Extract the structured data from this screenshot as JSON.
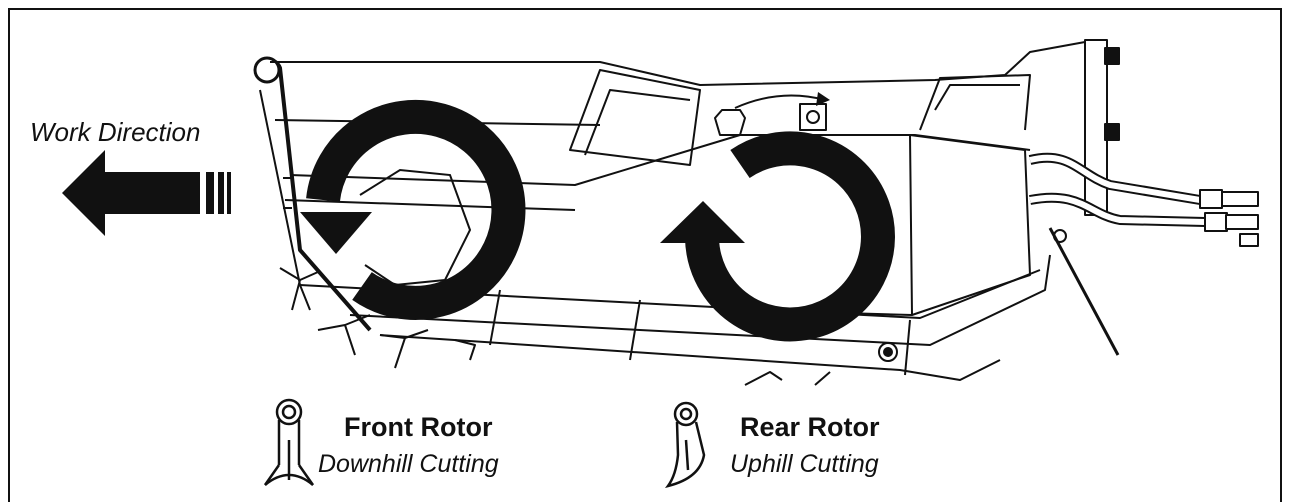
{
  "labels": {
    "work_direction": "Work Direction",
    "front_rotor_title": "Front Rotor",
    "front_rotor_sub": "Downhill Cutting",
    "rear_rotor_title": "Rear Rotor",
    "rear_rotor_sub": "Uphill Cutting"
  },
  "icons": {
    "work_arrow": "left-arrow-icon",
    "front_rotor_direction": "counterclockwise-arrow-icon",
    "rear_rotor_direction": "clockwise-arrow-icon",
    "front_tooth": "front-rotor-tooth-icon",
    "rear_tooth": "rear-rotor-tooth-icon"
  },
  "colors": {
    "ink": "#111111",
    "background": "#ffffff"
  }
}
